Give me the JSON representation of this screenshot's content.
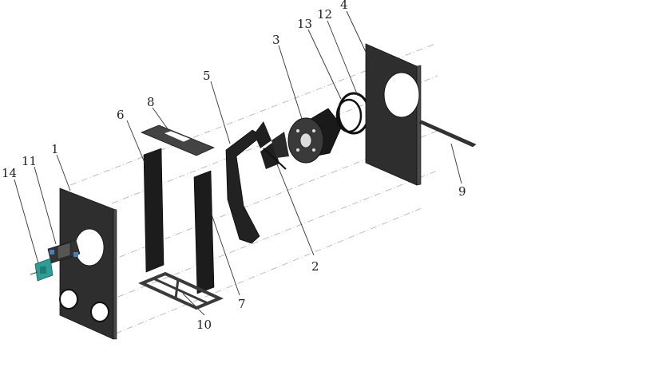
{
  "labels": {
    "p1": "1",
    "p2": "2",
    "p3": "3",
    "p4": "4",
    "p5": "5",
    "p6": "6",
    "p7": "7",
    "p8": "8",
    "p9": "9",
    "p10": "10",
    "p11": "11",
    "p12": "12",
    "p13": "13",
    "p14": "14"
  },
  "colors": {
    "part_dark": "#2e2e2e",
    "part_edge": "#4b4b4b",
    "sensor_teal": "#2f9c96",
    "guide_line": "#bdbdbd"
  }
}
